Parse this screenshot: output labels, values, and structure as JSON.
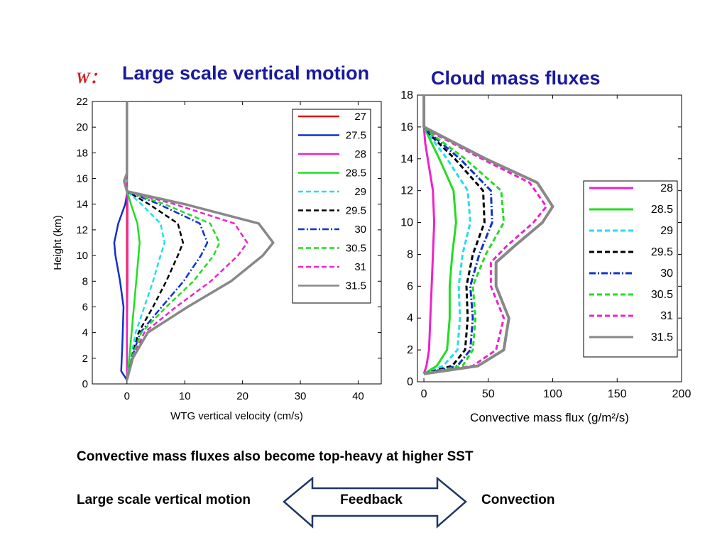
{
  "slide": {
    "w_symbol": "W：",
    "left_title": "Large scale vertical motion",
    "right_title": "Cloud mass fluxes",
    "caption": "Convective mass fluxes also become top-heavy at higher SST",
    "bottom_left": "Large scale vertical motion",
    "arrow_label": "Feedback",
    "bottom_right": "Convection"
  },
  "chart_data": [
    {
      "type": "line",
      "xlabel": "WTG vertical velocity (cm/s)",
      "ylabel": "Height (km)",
      "xlim": [
        -6,
        44
      ],
      "ylim": [
        0,
        22
      ],
      "xticks": [
        0,
        10,
        20,
        30,
        40
      ],
      "yticks": [
        0,
        2,
        4,
        6,
        8,
        10,
        12,
        14,
        16,
        18,
        20,
        22
      ],
      "legend_position": "top-right",
      "series": [
        {
          "name": "27",
          "color": "#e01010",
          "dash": "solid",
          "points": [
            [
              0,
              0.3
            ],
            [
              0,
              4
            ],
            [
              0,
              8
            ],
            [
              0,
              12
            ],
            [
              0,
              14
            ],
            [
              0,
              16
            ],
            [
              0,
              22
            ]
          ]
        },
        {
          "name": "27.5",
          "color": "#1030d0",
          "dash": "solid",
          "points": [
            [
              0,
              0.3
            ],
            [
              -1,
              1
            ],
            [
              -0.8,
              3
            ],
            [
              -0.6,
              6
            ],
            [
              -1.2,
              8
            ],
            [
              -2,
              10
            ],
            [
              -2.2,
              11
            ],
            [
              -1.5,
              12.5
            ],
            [
              -0.3,
              14
            ],
            [
              0,
              14.8
            ],
            [
              0,
              22
            ]
          ]
        },
        {
          "name": "28",
          "color": "#ee22cc",
          "dash": "solid",
          "points": [
            [
              0,
              0.3
            ],
            [
              0,
              4
            ],
            [
              0.1,
              8
            ],
            [
              0.1,
              12
            ],
            [
              0.1,
              14
            ],
            [
              0,
              15
            ],
            [
              0,
              22
            ]
          ]
        },
        {
          "name": "28.5",
          "color": "#22dd22",
          "dash": "solid",
          "points": [
            [
              0,
              0.3
            ],
            [
              0.4,
              2
            ],
            [
              0.8,
              4
            ],
            [
              1.2,
              6
            ],
            [
              1.6,
              8
            ],
            [
              2,
              10
            ],
            [
              2.2,
              11
            ],
            [
              1.8,
              12.5
            ],
            [
              0.7,
              14
            ],
            [
              0,
              15
            ],
            [
              0,
              22
            ]
          ]
        },
        {
          "name": "29",
          "color": "#22ddee",
          "dash": "dash",
          "points": [
            [
              0,
              0.3
            ],
            [
              0.7,
              2
            ],
            [
              1.5,
              4
            ],
            [
              3,
              6
            ],
            [
              4.5,
              8
            ],
            [
              5.8,
              10
            ],
            [
              6.5,
              11
            ],
            [
              5.8,
              12.5
            ],
            [
              2.5,
              14
            ],
            [
              0,
              15
            ],
            [
              0,
              22
            ]
          ]
        },
        {
          "name": "29.5",
          "color": "#000000",
          "dash": "dash",
          "points": [
            [
              0,
              0.3
            ],
            [
              0.8,
              2
            ],
            [
              2,
              4
            ],
            [
              4.5,
              6
            ],
            [
              6.8,
              8
            ],
            [
              8.8,
              10
            ],
            [
              9.7,
              11
            ],
            [
              8.8,
              12.5
            ],
            [
              3.8,
              14
            ],
            [
              0,
              15
            ],
            [
              0,
              22
            ]
          ]
        },
        {
          "name": "30",
          "color": "#1030d0",
          "dash": "dashdot",
          "points": [
            [
              0,
              0.3
            ],
            [
              0.8,
              2
            ],
            [
              2.3,
              4
            ],
            [
              6,
              6
            ],
            [
              9.8,
              8
            ],
            [
              12.8,
              10
            ],
            [
              13.9,
              11
            ],
            [
              12.6,
              12.5
            ],
            [
              5.5,
              14
            ],
            [
              0,
              15
            ],
            [
              0,
              22
            ]
          ]
        },
        {
          "name": "30.5",
          "color": "#22dd22",
          "dash": "dash",
          "points": [
            [
              0,
              0.3
            ],
            [
              0.8,
              2
            ],
            [
              2.5,
              4
            ],
            [
              6.8,
              6
            ],
            [
              11.5,
              8
            ],
            [
              15,
              10
            ],
            [
              16,
              11
            ],
            [
              14.4,
              12.5
            ],
            [
              6.5,
              14
            ],
            [
              0,
              15
            ],
            [
              0,
              22
            ]
          ]
        },
        {
          "name": "31",
          "color": "#ee22cc",
          "dash": "dash",
          "points": [
            [
              0,
              0.3
            ],
            [
              0.9,
              2
            ],
            [
              3,
              4
            ],
            [
              8.5,
              6
            ],
            [
              14.5,
              8
            ],
            [
              19.2,
              10
            ],
            [
              20.8,
              11
            ],
            [
              18.6,
              12.5
            ],
            [
              8.2,
              14
            ],
            [
              0,
              15
            ],
            [
              0,
              22
            ]
          ]
        },
        {
          "name": "31.5",
          "color": "#888888",
          "dash": "solid",
          "points": [
            [
              0,
              0.3
            ],
            [
              1,
              2
            ],
            [
              3.6,
              4
            ],
            [
              10.5,
              6
            ],
            [
              18,
              8
            ],
            [
              23.5,
              10
            ],
            [
              25.3,
              11
            ],
            [
              22.8,
              12.5
            ],
            [
              10,
              14
            ],
            [
              0,
              15
            ],
            [
              -0.5,
              15.8
            ],
            [
              0,
              16.4
            ],
            [
              0,
              22
            ]
          ]
        }
      ]
    },
    {
      "type": "line",
      "xlabel": "Convective mass flux (g/m²/s)",
      "ylabel": "",
      "xlim": [
        -5,
        200
      ],
      "ylim": [
        0,
        18
      ],
      "xticks": [
        0,
        50,
        100,
        150,
        200
      ],
      "yticks": [
        0,
        2,
        4,
        6,
        8,
        10,
        12,
        14,
        16,
        18
      ],
      "legend_position": "right",
      "series": [
        {
          "name": "28",
          "color": "#ee22cc",
          "dash": "solid",
          "points": [
            [
              0,
              0.5
            ],
            [
              2,
              1
            ],
            [
              4,
              2
            ],
            [
              5,
              4
            ],
            [
              6,
              6
            ],
            [
              7,
              8
            ],
            [
              8,
              10
            ],
            [
              7,
              12
            ],
            [
              4,
              13.5
            ],
            [
              1,
              15
            ],
            [
              0,
              16
            ],
            [
              0,
              18
            ]
          ]
        },
        {
          "name": "28.5",
          "color": "#22dd22",
          "dash": "solid",
          "points": [
            [
              0,
              0.5
            ],
            [
              10,
              1
            ],
            [
              18,
              2
            ],
            [
              20,
              4
            ],
            [
              20,
              6
            ],
            [
              22,
              8
            ],
            [
              25,
              10
            ],
            [
              23,
              12
            ],
            [
              12,
              14
            ],
            [
              3,
              15.5
            ],
            [
              0,
              16
            ],
            [
              0,
              18
            ]
          ]
        },
        {
          "name": "29",
          "color": "#22ddee",
          "dash": "dash",
          "points": [
            [
              0,
              0.5
            ],
            [
              15,
              1
            ],
            [
              26,
              2
            ],
            [
              28,
              4
            ],
            [
              27,
              6
            ],
            [
              30,
              8
            ],
            [
              36,
              10
            ],
            [
              34,
              12
            ],
            [
              18,
              14
            ],
            [
              4,
              15.5
            ],
            [
              0,
              16
            ],
            [
              0,
              18
            ]
          ]
        },
        {
          "name": "29.5",
          "color": "#000000",
          "dash": "dash",
          "points": [
            [
              0,
              0.5
            ],
            [
              22,
              1
            ],
            [
              32,
              2
            ],
            [
              34,
              4
            ],
            [
              33,
              6
            ],
            [
              38,
              8
            ],
            [
              47,
              10
            ],
            [
              46,
              12
            ],
            [
              24,
              14
            ],
            [
              5,
              15.5
            ],
            [
              0,
              16
            ],
            [
              0,
              18
            ]
          ]
        },
        {
          "name": "30",
          "color": "#1030d0",
          "dash": "dashdot",
          "points": [
            [
              0,
              0.5
            ],
            [
              26,
              1
            ],
            [
              36,
              2
            ],
            [
              38,
              4
            ],
            [
              36,
              6
            ],
            [
              43,
              8
            ],
            [
              53,
              10
            ],
            [
              52,
              12
            ],
            [
              28,
              14
            ],
            [
              6,
              15.5
            ],
            [
              0,
              16
            ],
            [
              0,
              18
            ]
          ]
        },
        {
          "name": "30.5",
          "color": "#22dd22",
          "dash": "dash",
          "points": [
            [
              0,
              0.5
            ],
            [
              30,
              1
            ],
            [
              38,
              2
            ],
            [
              40,
              4
            ],
            [
              38,
              6
            ],
            [
              48,
              8
            ],
            [
              62,
              10
            ],
            [
              60,
              12
            ],
            [
              32,
              14
            ],
            [
              7,
              15.5
            ],
            [
              0,
              16
            ],
            [
              0,
              18
            ]
          ]
        },
        {
          "name": "31",
          "color": "#ee22cc",
          "dash": "dash",
          "points": [
            [
              0,
              0.5
            ],
            [
              38,
              1
            ],
            [
              56,
              2
            ],
            [
              62,
              4
            ],
            [
              52,
              6
            ],
            [
              52,
              7.5
            ],
            [
              64,
              8.5
            ],
            [
              85,
              10
            ],
            [
              95,
              11
            ],
            [
              82,
              12.5
            ],
            [
              45,
              14
            ],
            [
              10,
              15.5
            ],
            [
              0,
              16
            ],
            [
              0,
              18
            ]
          ]
        },
        {
          "name": "31.5",
          "color": "#888888",
          "dash": "solid",
          "points": [
            [
              0,
              0.5
            ],
            [
              42,
              1
            ],
            [
              62,
              2
            ],
            [
              66,
              4
            ],
            [
              56,
              6
            ],
            [
              56,
              7.5
            ],
            [
              70,
              8.5
            ],
            [
              92,
              10
            ],
            [
              100,
              11
            ],
            [
              88,
              12.5
            ],
            [
              48,
              14
            ],
            [
              12,
              15.5
            ],
            [
              0,
              16
            ],
            [
              0,
              18
            ]
          ]
        }
      ]
    }
  ]
}
